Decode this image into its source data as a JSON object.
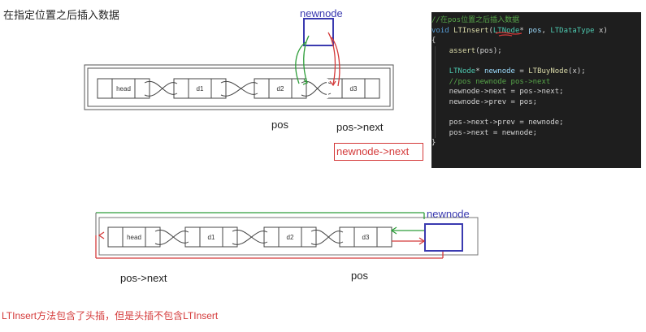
{
  "title": "在指定位置之后插入数据",
  "diagram_top": {
    "newnode_label": "newnode",
    "nodes": [
      "head",
      "d1",
      "d2",
      "d3"
    ],
    "pos_label": "pos",
    "pos_next_label": "pos->next",
    "newnode_next_label": "newnode->next"
  },
  "diagram_bottom": {
    "newnode_label": "newnode",
    "nodes": [
      "head",
      "d1",
      "d2",
      "d3"
    ],
    "pos_next_label": "pos->next",
    "pos_label": "pos"
  },
  "code": {
    "lines": [
      {
        "parts": [
          {
            "t": "//在pos位置之后插入数据",
            "c": "com"
          }
        ]
      },
      {
        "parts": [
          {
            "t": "void ",
            "c": "kw"
          },
          {
            "t": "LTInsert",
            "c": "fn"
          },
          {
            "t": "(",
            "c": ""
          },
          {
            "t": "LTNode",
            "c": "ty"
          },
          {
            "t": "* ",
            "c": ""
          },
          {
            "t": "pos",
            "c": "pm"
          },
          {
            "t": ", ",
            "c": ""
          },
          {
            "t": "LTDataType",
            "c": "ty"
          },
          {
            "t": " x)",
            "c": ""
          }
        ]
      },
      {
        "parts": [
          {
            "t": "{",
            "c": ""
          }
        ]
      },
      {
        "parts": [
          {
            "t": "    ",
            "c": ""
          },
          {
            "t": "assert",
            "c": "fn"
          },
          {
            "t": "(pos);",
            "c": ""
          }
        ]
      },
      {
        "parts": [
          {
            "t": "",
            "c": ""
          }
        ]
      },
      {
        "parts": [
          {
            "t": "    ",
            "c": ""
          },
          {
            "t": "LTNode",
            "c": "ty"
          },
          {
            "t": "* ",
            "c": ""
          },
          {
            "t": "newnode",
            "c": "pm"
          },
          {
            "t": " = ",
            "c": ""
          },
          {
            "t": "LTBuyNode",
            "c": "fn"
          },
          {
            "t": "(x);",
            "c": ""
          }
        ]
      },
      {
        "parts": [
          {
            "t": "    //pos newnode pos->next",
            "c": "com"
          }
        ]
      },
      {
        "parts": [
          {
            "t": "    newnode->next = pos->next;",
            "c": ""
          }
        ]
      },
      {
        "parts": [
          {
            "t": "    newnode->prev = pos;",
            "c": ""
          }
        ]
      },
      {
        "parts": [
          {
            "t": "",
            "c": ""
          }
        ]
      },
      {
        "parts": [
          {
            "t": "    pos->next->prev = newnode;",
            "c": ""
          }
        ]
      },
      {
        "parts": [
          {
            "t": "    pos->next = newnode;",
            "c": ""
          }
        ]
      },
      {
        "parts": [
          {
            "t": "}",
            "c": ""
          }
        ]
      }
    ]
  },
  "note": "LTInsert方法包含了头插，但是头插不包含LTInsert",
  "colors": {
    "green": "#2e9e3a",
    "red": "#d43a3a",
    "blue": "#3a3ab0",
    "code_bg": "#1e1e1e"
  }
}
